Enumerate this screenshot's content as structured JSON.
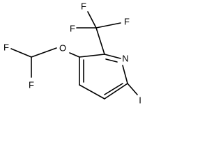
{
  "molecule": {
    "atoms": {
      "f_top_left": "F",
      "f_top_right": "F",
      "f_cf3_lower": "F",
      "o_ether": "O",
      "f_chf2_left": "F",
      "f_chf2_lower": "F",
      "n_ring": "N",
      "i_iodo": "I"
    }
  }
}
